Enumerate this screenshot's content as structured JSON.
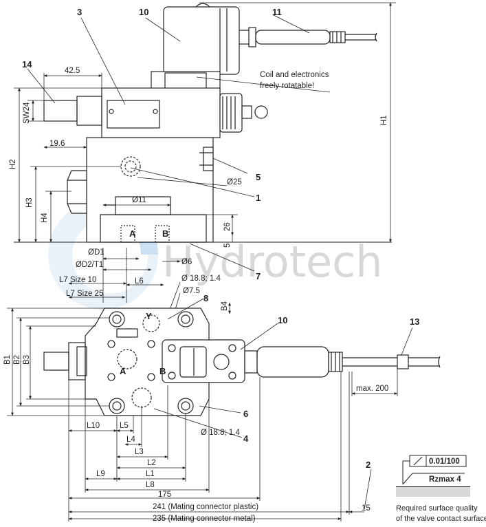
{
  "watermark": {
    "text": "Hydrotech"
  },
  "callouts": {
    "c1": "1",
    "c2": "2",
    "c3": "3",
    "c4": "4",
    "c5": "5",
    "c6": "6",
    "c7": "7",
    "c8": "8",
    "c10a": "10",
    "c10b": "10",
    "c11": "11",
    "c13": "13",
    "c14": "14"
  },
  "note": {
    "line1": "Coil and electronics",
    "line2": "freely rotatable!"
  },
  "dims_top": {
    "d42_5": "42.5",
    "sw24": "SW24",
    "d19_6": "19.6",
    "h1": "H1",
    "h2": "H2",
    "h3": "H3",
    "h4": "H4",
    "d25": "Ø25",
    "d11": "Ø11",
    "d26": "26",
    "d5": "5",
    "portA": "A",
    "portB": "B"
  },
  "dims_mid": {
    "d1": "ØD1",
    "d2": "ØD2/T1",
    "d6": "Ø6",
    "l7s10": "L7 Size 10",
    "l7s25": "L7 Size 25",
    "l6": "L6",
    "d18_8a": "Ø 18.8; 1.4",
    "d7_5": "Ø7.5",
    "b4": "B4"
  },
  "dims_bottom": {
    "b1": "B1",
    "b2": "B2",
    "b3": "B3",
    "portY": "Y",
    "portA": "A",
    "portB": "B",
    "max200": "max. 200",
    "l10": "L10",
    "l5": "L5",
    "l4": "L4",
    "l3": "L3",
    "l2": "L2",
    "l9": "L9",
    "l1": "L1",
    "l8": "L8",
    "d175": "175",
    "d241": "241 (Mating connector plastic)",
    "d235": "235 (Mating connector metal)",
    "d15": "15",
    "d18_8b": "Ø 18.8; 1.4"
  },
  "surface": {
    "flatness": "0.01/100",
    "rz": "Rzmax 4",
    "line1": "Required surface quality",
    "line2": "of the valve contact surface"
  }
}
